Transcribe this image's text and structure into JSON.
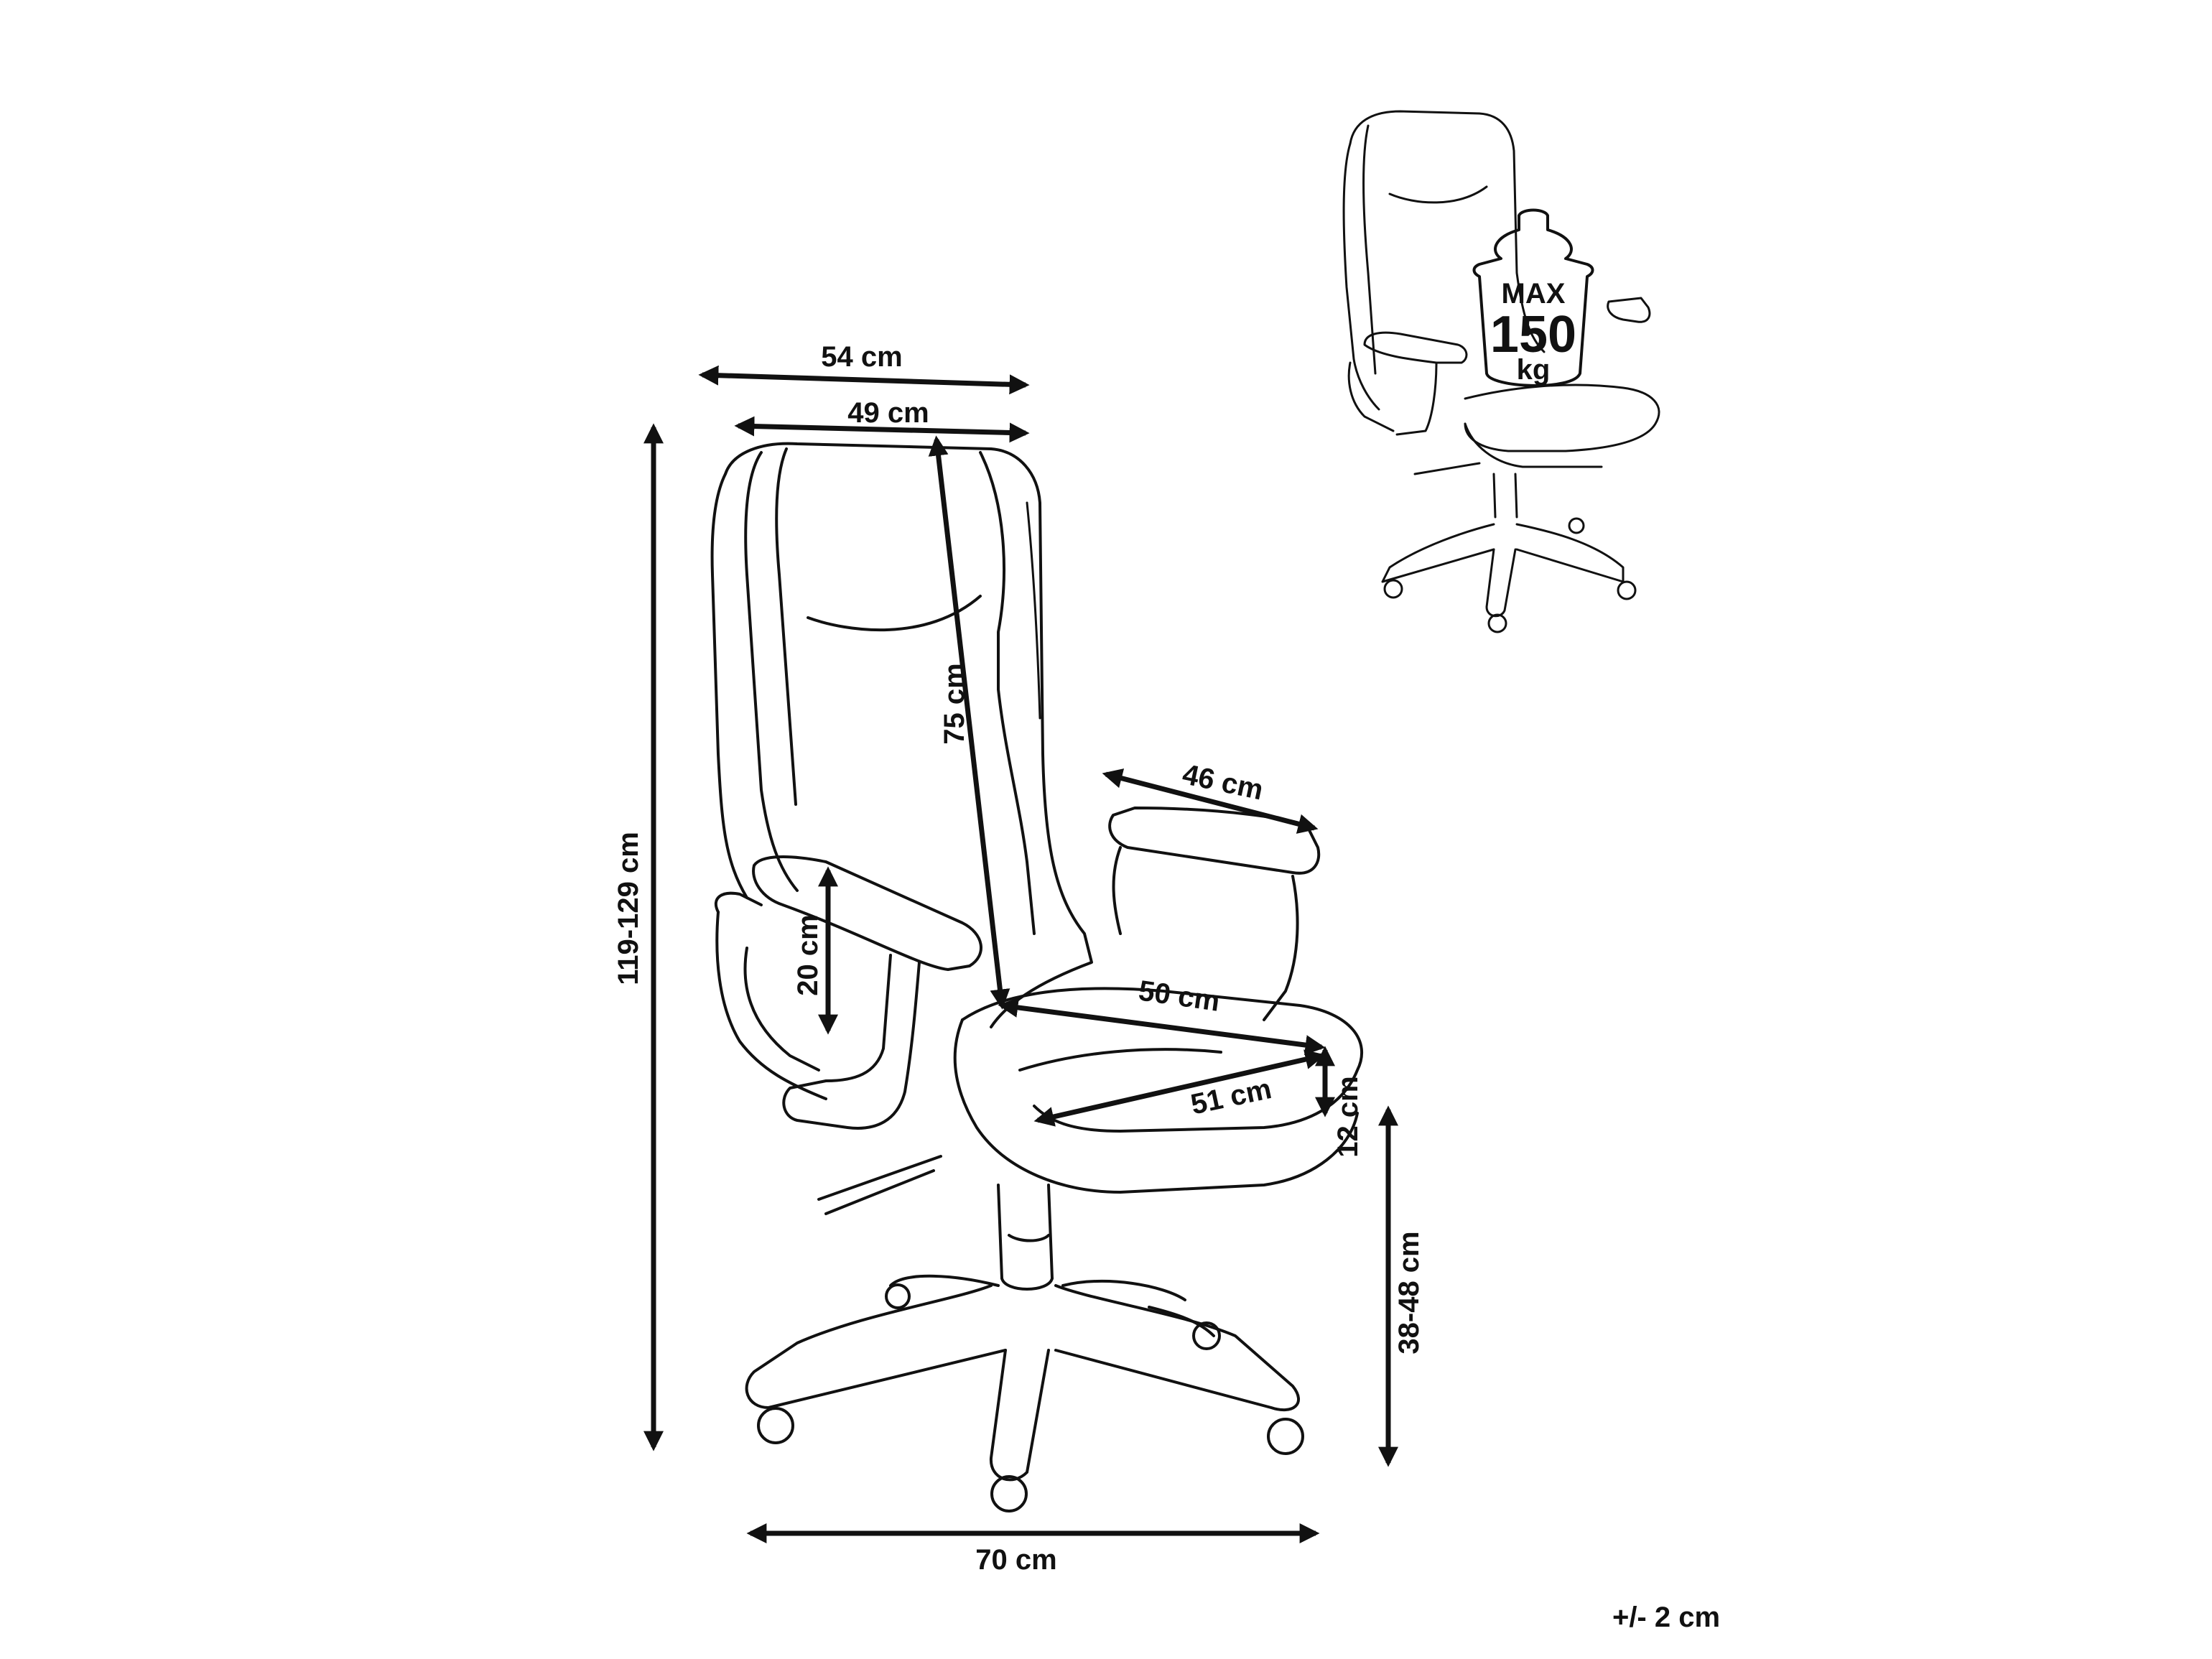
{
  "dimensions": {
    "width_top": "54 cm",
    "backrest_width": "49 cm",
    "backrest_height": "75 cm",
    "total_height": "119-129 cm",
    "armrest_height": "20 cm",
    "armrest_length": "46 cm",
    "seat_depth": "50 cm",
    "seat_width": "51 cm",
    "seat_thickness": "12 cm",
    "seat_height": "38-48 cm",
    "base_width": "70 cm"
  },
  "tolerance": "+/- 2 cm",
  "weight_badge": {
    "line1": "MAX",
    "line2": "150",
    "line3": "kg"
  }
}
